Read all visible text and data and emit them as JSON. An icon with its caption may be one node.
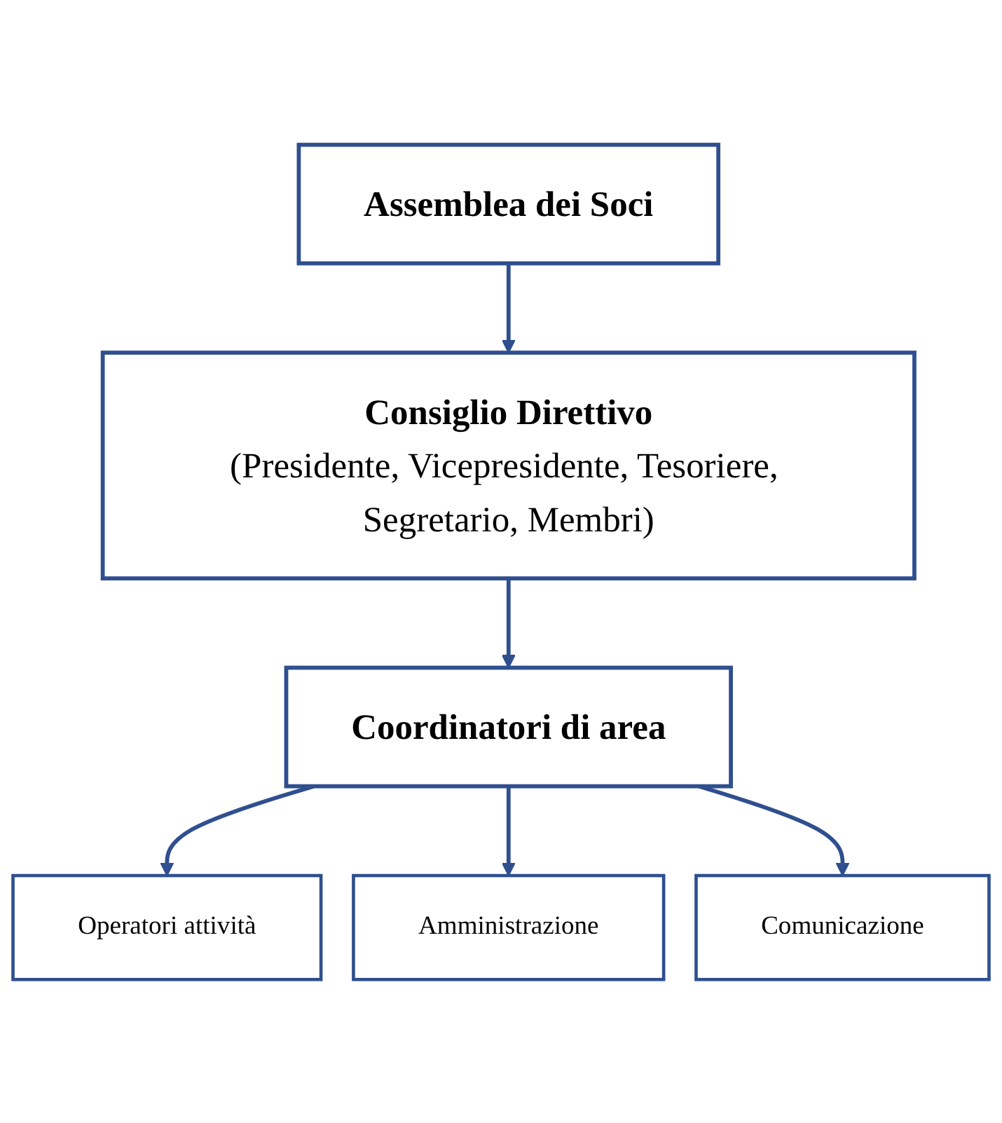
{
  "diagram": {
    "nodes": [
      {
        "text": [
          "Assemblea dei Soci"
        ]
      },
      {
        "text": [
          "Consiglio Direttivo",
          "(Presidente, Vicepresidente, Tesoriere, Segretario, Membri)"
        ]
      },
      {
        "text": [
          "Coordinatori di area"
        ]
      },
      {
        "text": [
          "Operatori attività"
        ]
      },
      {
        "text": [
          "Amministrazione"
        ]
      },
      {
        "text": [
          "Comunicazione"
        ]
      }
    ],
    "edges": [
      {
        "from": 0,
        "to": 1,
        "arrow": "to"
      },
      {
        "from": 1,
        "to": 2,
        "arrow": "to"
      },
      {
        "from": 2,
        "to": 3,
        "arrow": "to"
      },
      {
        "from": 2,
        "to": 4,
        "arrow": "to"
      },
      {
        "from": 2,
        "to": 5,
        "arrow": "to"
      }
    ]
  }
}
